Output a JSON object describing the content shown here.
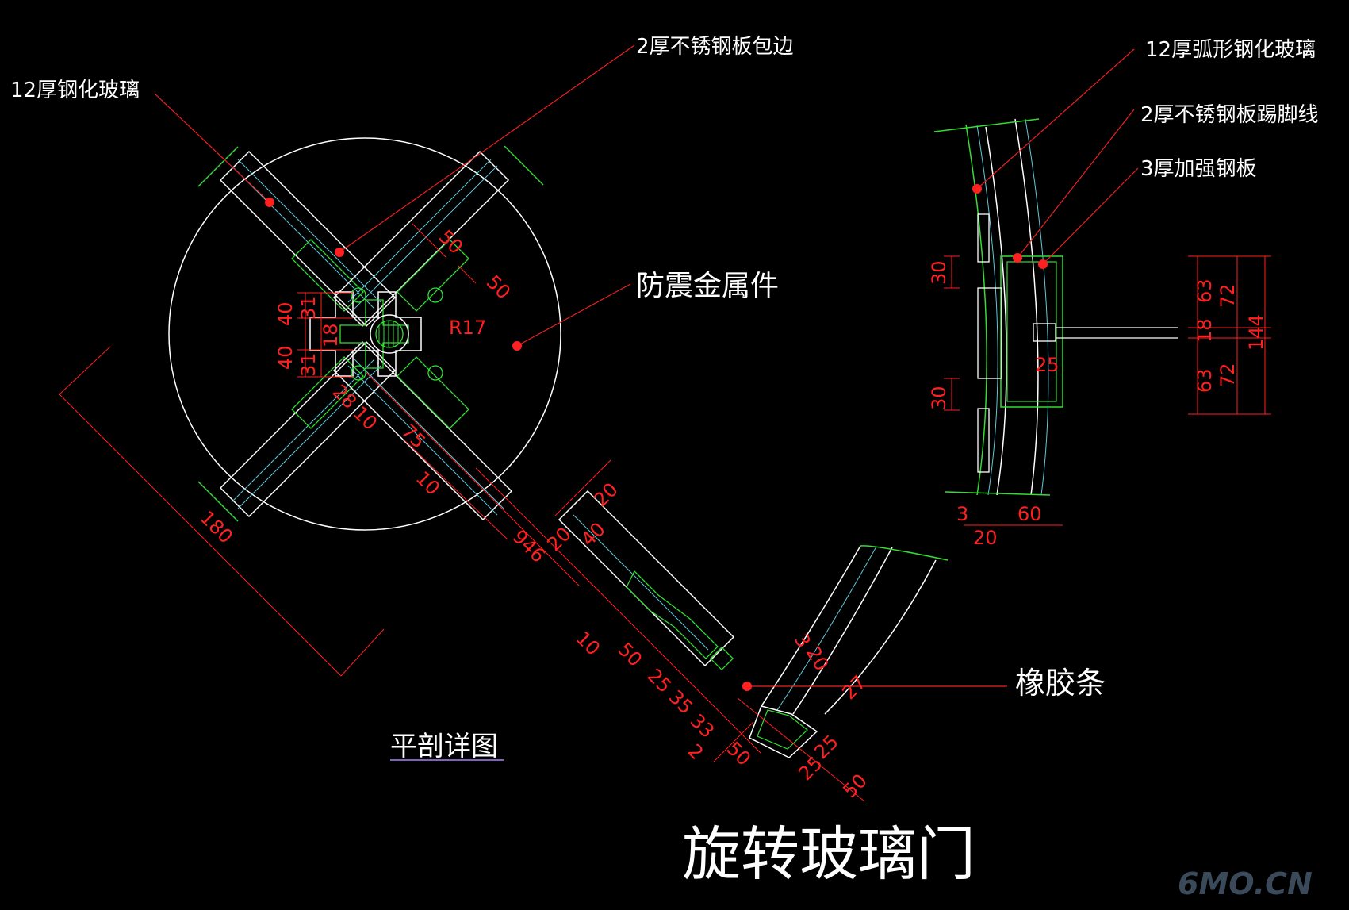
{
  "title": "旋转玻璃门",
  "subtitle": "平剖详图",
  "watermark": "6MO.CN",
  "labels": {
    "glass12": "12厚钢化玻璃",
    "steel_edge": "2厚不锈钢板包边",
    "arc_glass": "12厚弧形钢化玻璃",
    "kickboard": "2厚不锈钢板踢脚线",
    "reinforce": "3厚加强钢板",
    "seismic": "防震金属件",
    "rubber": "橡胶条"
  },
  "dims": {
    "d50a": "50",
    "d50b": "50",
    "r17": "R17",
    "d40a": "40",
    "d31a": "31",
    "d18a": "18",
    "d40b": "40",
    "d31b": "31",
    "d28": "28",
    "d10a": "10",
    "d75": "75",
    "d10b": "10",
    "d180": "180",
    "d946": "946",
    "d20a": "20",
    "d20b": "20",
    "d40c": "40",
    "d10c": "10",
    "d50c": "50",
    "d25a": "25",
    "d35": "35",
    "d33": "33",
    "d2": "2",
    "d50d": "50",
    "d3a": "3",
    "d20c": "20",
    "d27": "27",
    "d25b": "25",
    "d25c": "25",
    "d50e": "50",
    "d30a": "30",
    "d30b": "30",
    "d25d": "25",
    "d3b": "3",
    "d60": "60",
    "d20d": "20",
    "d63a": "63",
    "d72a": "72",
    "d18b": "18",
    "d144": "144",
    "d63b": "63",
    "d72b": "72"
  },
  "colors": {
    "background": "#000000",
    "outline": "#ffffff",
    "detail": "#33dd33",
    "glass": "#60c8d8",
    "dimension": "#ff2020",
    "leader": "#ee2020"
  }
}
